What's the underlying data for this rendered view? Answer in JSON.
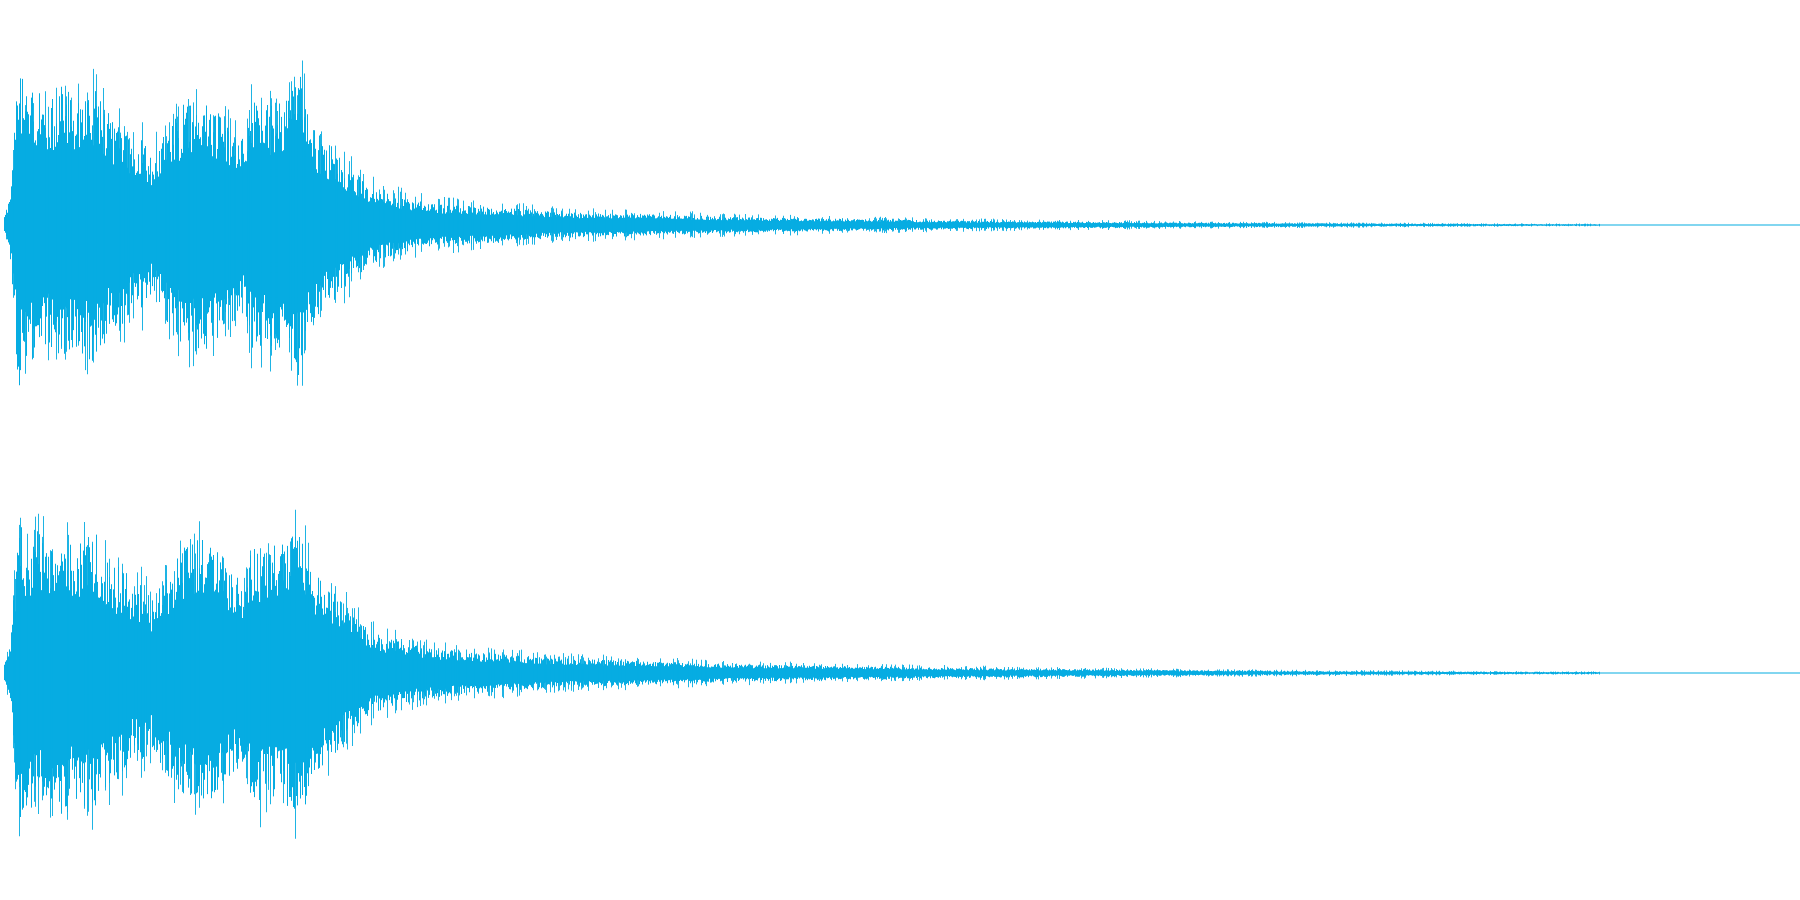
{
  "colors": {
    "background": "#ffffff",
    "waveform": "#06ace2"
  },
  "chart_data": {
    "type": "area",
    "subtype": "stereo-waveform",
    "title": "",
    "xlabel": "",
    "ylabel": "",
    "axes_visible": false,
    "grid": false,
    "legend": "none",
    "x_unit": "fraction-of-clip-duration",
    "y_unit": "normalized-amplitude",
    "ylim": [
      -1,
      1
    ],
    "x": [
      0.0,
      0.003,
      0.008,
      0.012,
      0.018,
      0.025,
      0.032,
      0.04,
      0.05,
      0.06,
      0.068,
      0.072,
      0.076,
      0.082,
      0.09,
      0.1,
      0.11,
      0.12,
      0.13,
      0.134,
      0.138,
      0.145,
      0.155,
      0.165,
      0.17,
      0.178,
      0.185,
      0.195,
      0.205,
      0.215,
      0.225,
      0.24,
      0.26,
      0.28,
      0.3,
      0.32,
      0.35,
      0.38,
      0.41,
      0.44,
      0.47,
      0.5,
      0.53,
      0.56,
      0.59,
      0.62,
      0.65,
      0.68,
      0.71,
      0.74,
      0.77,
      0.8,
      0.83,
      0.86,
      0.895,
      0.9,
      1.0
    ],
    "series": [
      {
        "channel_index": 0,
        "envelope": [
          0.05,
          0.15,
          0.95,
          0.75,
          0.8,
          0.7,
          0.82,
          0.7,
          0.8,
          0.6,
          0.58,
          0.42,
          0.5,
          0.4,
          0.55,
          0.7,
          0.75,
          0.65,
          0.52,
          0.48,
          0.72,
          0.7,
          0.72,
          0.9,
          0.58,
          0.5,
          0.42,
          0.3,
          0.22,
          0.18,
          0.15,
          0.12,
          0.11,
          0.1,
          0.08,
          0.07,
          0.065,
          0.055,
          0.045,
          0.04,
          0.035,
          0.03,
          0.025,
          0.022,
          0.02,
          0.018,
          0.015,
          0.013,
          0.012,
          0.01,
          0.009,
          0.008,
          0.007,
          0.006,
          0.005,
          0.0,
          0.0
        ],
        "peak": [
          0.05,
          0.2,
          1.0,
          0.88,
          0.92,
          0.85,
          0.9,
          0.8,
          0.9,
          0.72,
          0.68,
          0.55,
          0.62,
          0.5,
          0.65,
          0.8,
          0.85,
          0.75,
          0.62,
          0.58,
          0.88,
          0.85,
          0.82,
          1.0,
          0.7,
          0.6,
          0.5,
          0.38,
          0.28,
          0.24,
          0.2,
          0.17,
          0.15,
          0.14,
          0.11,
          0.1,
          0.09,
          0.08,
          0.065,
          0.06,
          0.05,
          0.045,
          0.04,
          0.035,
          0.03,
          0.028,
          0.024,
          0.02,
          0.018,
          0.016,
          0.014,
          0.012,
          0.01,
          0.009,
          0.008,
          0.0,
          0.0
        ]
      },
      {
        "channel_index": 1,
        "envelope": [
          0.05,
          0.15,
          0.92,
          0.78,
          0.82,
          0.72,
          0.85,
          0.72,
          0.82,
          0.62,
          0.6,
          0.45,
          0.52,
          0.42,
          0.58,
          0.72,
          0.78,
          0.68,
          0.55,
          0.5,
          0.75,
          0.72,
          0.75,
          0.92,
          0.6,
          0.52,
          0.45,
          0.32,
          0.24,
          0.2,
          0.17,
          0.14,
          0.12,
          0.11,
          0.09,
          0.08,
          0.07,
          0.06,
          0.05,
          0.045,
          0.04,
          0.035,
          0.03,
          0.026,
          0.023,
          0.02,
          0.017,
          0.015,
          0.013,
          0.011,
          0.01,
          0.009,
          0.008,
          0.007,
          0.006,
          0.0,
          0.0
        ],
        "peak": [
          0.05,
          0.2,
          1.0,
          0.9,
          0.95,
          0.88,
          0.95,
          0.85,
          0.92,
          0.75,
          0.72,
          0.58,
          0.65,
          0.55,
          0.68,
          0.85,
          0.9,
          0.78,
          0.65,
          0.6,
          0.9,
          0.88,
          0.85,
          1.0,
          0.72,
          0.62,
          0.55,
          0.4,
          0.3,
          0.26,
          0.22,
          0.18,
          0.16,
          0.15,
          0.12,
          0.11,
          0.1,
          0.085,
          0.07,
          0.065,
          0.055,
          0.05,
          0.045,
          0.04,
          0.034,
          0.03,
          0.026,
          0.022,
          0.02,
          0.018,
          0.016,
          0.014,
          0.012,
          0.01,
          0.009,
          0.0,
          0.0
        ]
      }
    ]
  }
}
